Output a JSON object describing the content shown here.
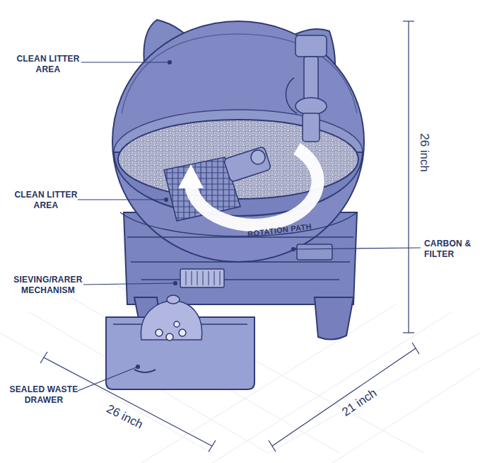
{
  "diagram": {
    "labels": [
      "CLEAN LITTER AREA",
      "26 inch",
      "CLEAN LITTER AREA",
      "ROTATION PATH",
      "CARBON & FILTER",
      "SIEVING/RARER MECHANISM",
      "SEALED WASTE DRAWER",
      "26 inch",
      "21 inch"
    ]
  }
}
